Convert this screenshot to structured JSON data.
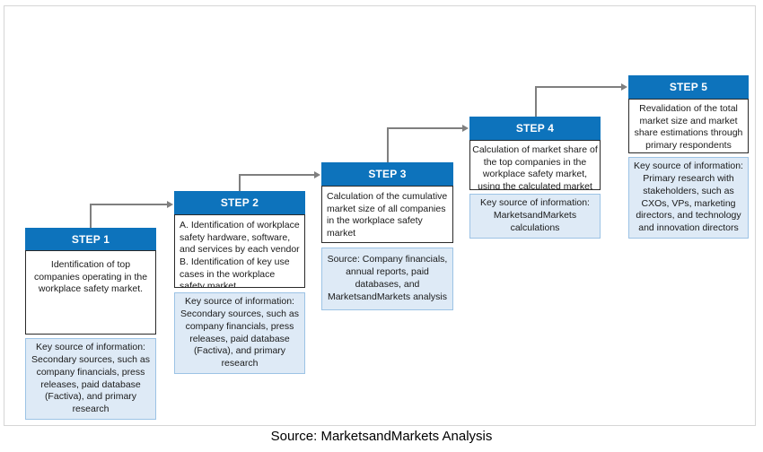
{
  "colors": {
    "step_header_bg": "#0d73bc",
    "step_header_text": "#ffffff",
    "body_border": "#2a2a2a",
    "key_bg": "#deeaf6",
    "key_border": "#9cc3e5",
    "connector": "#7f7f7f",
    "frame_border": "#d6d6d6"
  },
  "steps": [
    {
      "title": "STEP 1",
      "body": "Identification of top companies operating in the workplace safety market.",
      "source": "Key source of information: Secondary sources, such as company financials, press releases, paid database (Factiva), and primary research"
    },
    {
      "title": "STEP 2",
      "body": "A. Identification of workplace safety hardware, software, and services by each vendor\nB. Identification of key use cases in the workplace safety market",
      "source": "Key source of information: Secondary sources, such as company financials, press releases, paid database (Factiva), and primary research"
    },
    {
      "title": "STEP 3",
      "body": "Calculation of the cumulative market size of all companies in the workplace safety market",
      "source": "Source: Company financials, annual reports, paid databases, and MarketsandMarkets analysis"
    },
    {
      "title": "STEP 4",
      "body": "Calculation of market share of the top companies in the workplace safety market, using the calculated market size",
      "source": "Key source of information: MarketsandMarkets calculations"
    },
    {
      "title": "STEP 5",
      "body": "Revalidation of the total market size and market share estimations through primary respondents",
      "source": "Key source of information: Primary research with stakeholders, such as CXOs, VPs, marketing directors, and technology and innovation directors"
    }
  ],
  "footer": {
    "caption": "Source: MarketsandMarkets Analysis"
  }
}
